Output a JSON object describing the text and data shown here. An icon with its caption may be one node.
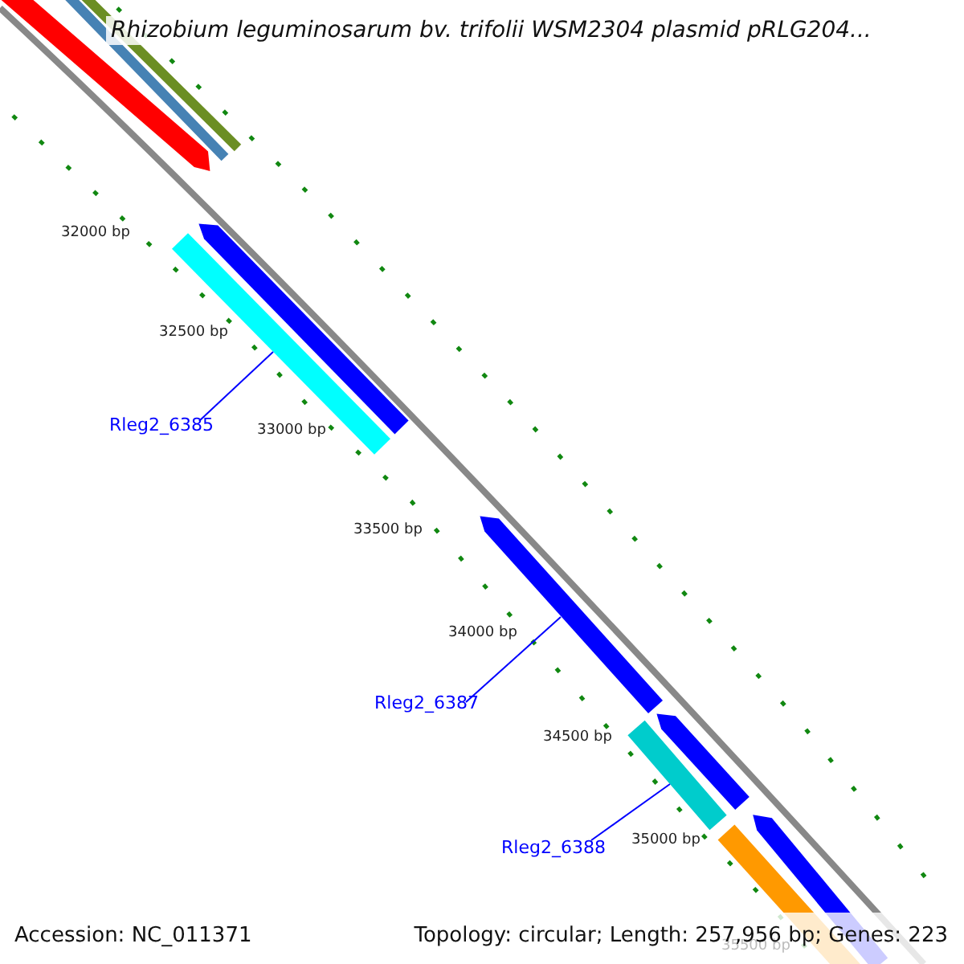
{
  "diagram": {
    "title": "Rhizobium leguminosarum bv. trifolii WSM2304 plasmid pRLG204...",
    "nodes": [
      {
        "text": [
          "Rleg2_6385"
        ]
      },
      {
        "text": [],
        "shape": "bar"
      },
      {
        "text": [
          "Rleg2_6387"
        ]
      },
      {
        "text": [],
        "shape": "arrow"
      },
      {
        "text": [
          "Rleg2_6388"
        ]
      },
      {
        "text": [],
        "shape": "bar"
      }
    ],
    "edges": [
      {
        "from": 0,
        "to": 1,
        "arrow": "none"
      },
      {
        "from": 2,
        "to": 3,
        "arrow": "none"
      },
      {
        "from": 4,
        "to": 5,
        "arrow": "none"
      }
    ],
    "labels": [
      "32000 bp",
      "32500 bp",
      "33000 bp",
      "33500 bp",
      "34000 bp",
      "34500 bp",
      "35000 bp",
      "35500 bp",
      "Accession: NC_011371",
      "Topology: circular; Length: 257,956 bp; Genes: 223"
    ]
  }
}
